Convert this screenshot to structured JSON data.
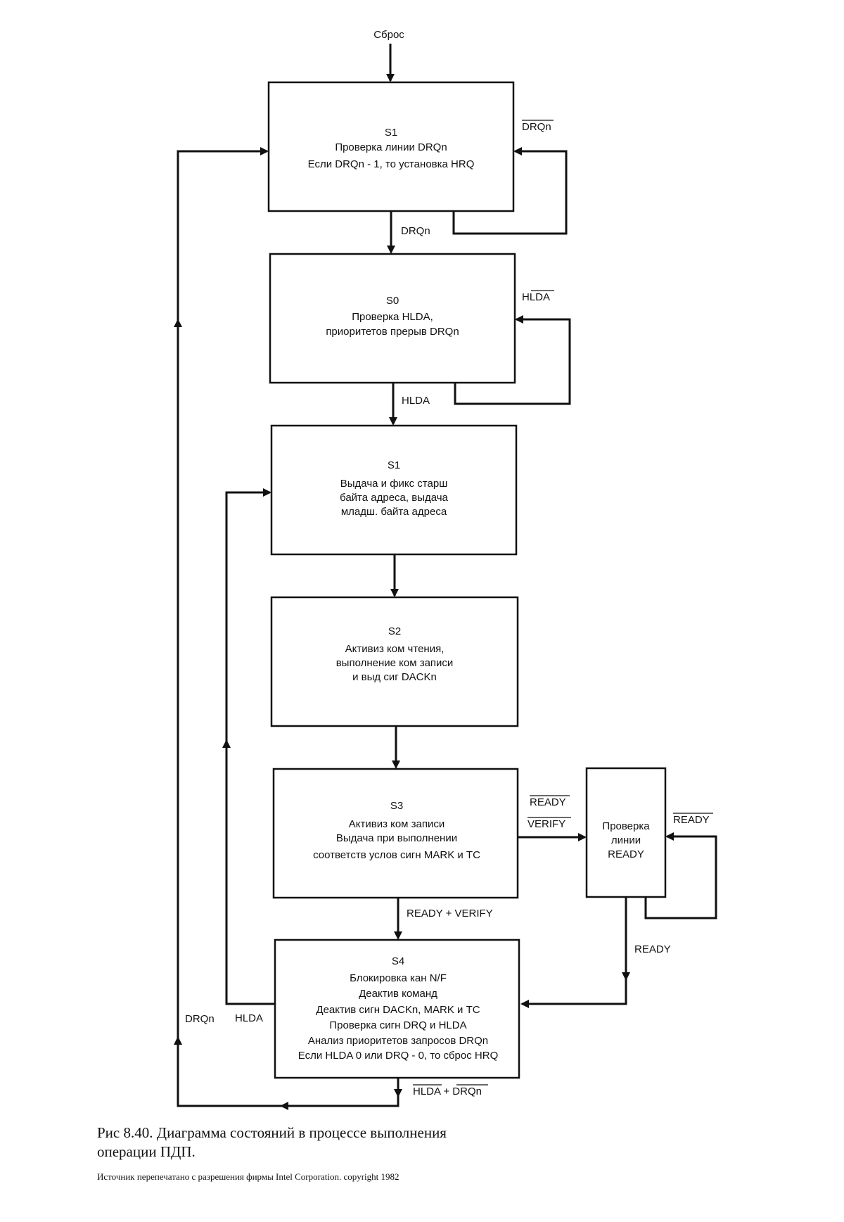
{
  "start_label": "Сброс",
  "states": {
    "s1a": {
      "title": "S1",
      "lines": [
        "Проверка линии DRQn",
        "Если DRQn - 1, то установка HRQ"
      ]
    },
    "s0": {
      "title": "S0",
      "lines": [
        "Проверка HLDA,",
        "приоритетов прерыв DRQn"
      ]
    },
    "s1b": {
      "title": "S1",
      "lines": [
        "Выдача и фикс старш",
        "байта адреса, выдача",
        "младш. байта адреса"
      ]
    },
    "s2": {
      "title": "S2",
      "lines": [
        "Активиз ком чтения,",
        "выполнение ком записи",
        "и выд сиг DACKn"
      ]
    },
    "s3": {
      "title": "S3",
      "lines": [
        "Активиз ком записи",
        "Выдача при выполнении",
        "соответств услов сигн MARK и TC"
      ]
    },
    "ready_check": {
      "title": "",
      "lines": [
        "Проверка",
        "линии",
        "READY"
      ]
    },
    "s4": {
      "title": "S4",
      "lines": [
        "Блокировка кан N/F",
        "Деактив команд",
        "Деактив сигн DACKn, MARK и TC",
        "Проверка сигн DRQ и HLDA",
        "Анализ приоритетов запросов DRQn",
        "Если HLDA 0 или DRQ - 0, то сброс HRQ"
      ]
    }
  },
  "transitions": {
    "not_drqn": "DRQn",
    "drqn": "DRQn",
    "not_hlda": "HLDA",
    "hlda": "HLDA",
    "not_ready": "READY",
    "verify": "VERIFY",
    "not_ready_loop": "READY",
    "ready_plus_verify": "READY + VERIFY",
    "ready": "READY",
    "drqn_left": "DRQn",
    "hlda_left": "HLDA",
    "not_hlda_plus_not_drqn": "HLDA + DRQn"
  },
  "caption": {
    "main": "Рис 8.40. Диаграмма состояний в процессе выполнения операции ПДП.",
    "source": "Источник перепечатано с разрешения фирмы Intel Corporation. copyright 1982"
  }
}
